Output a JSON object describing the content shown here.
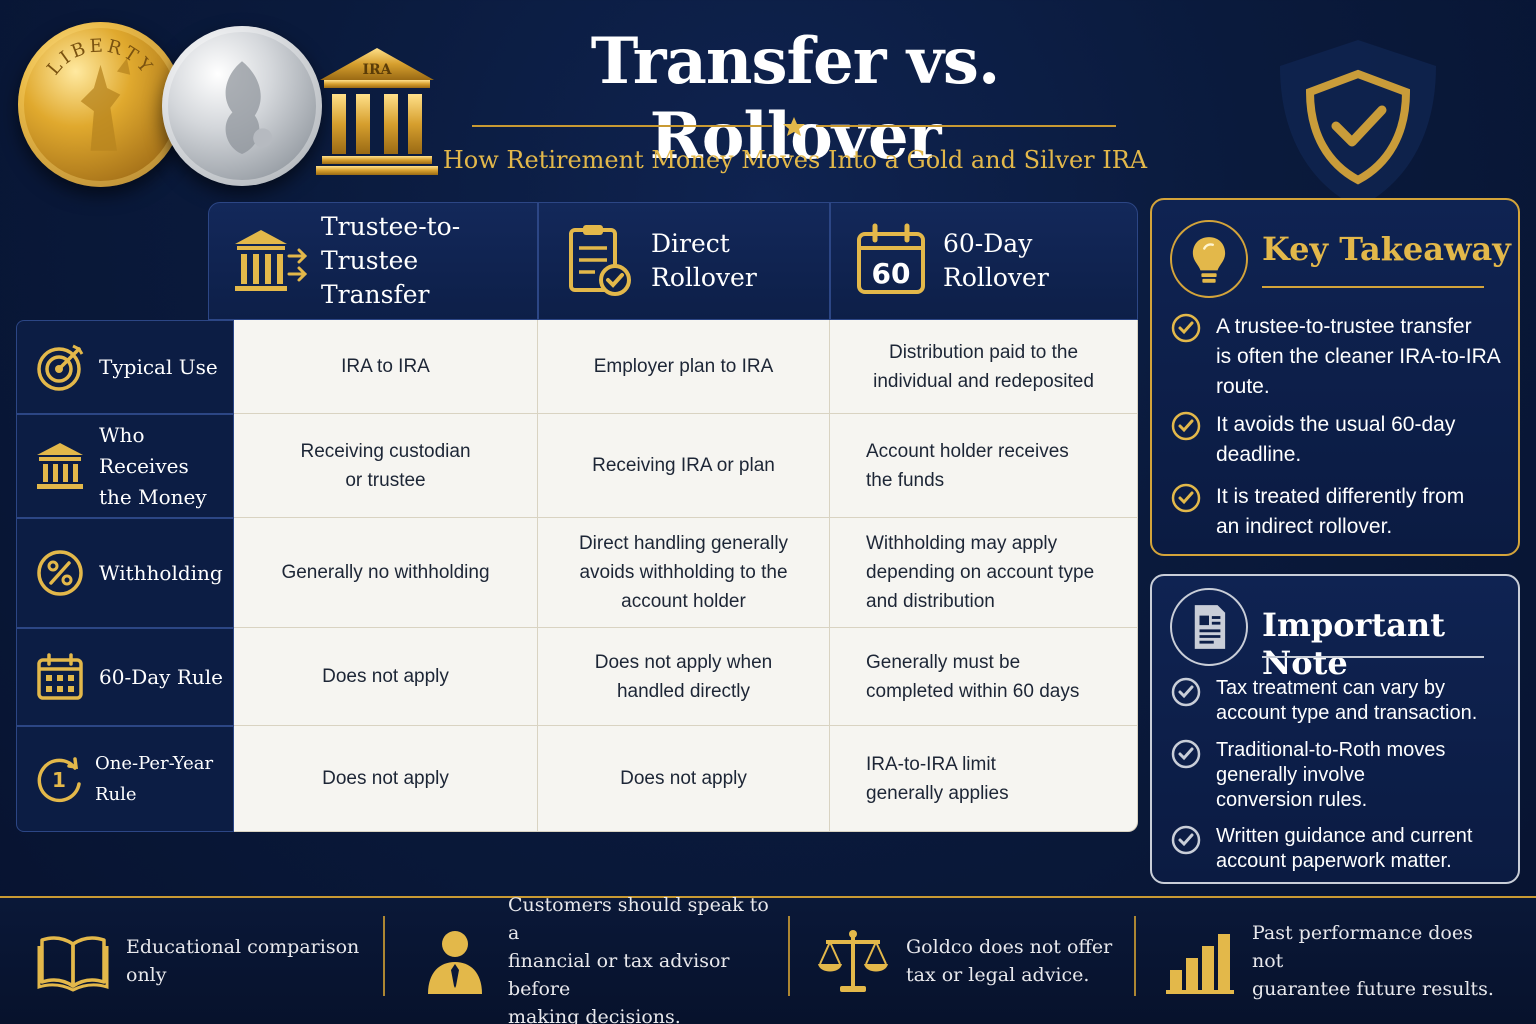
{
  "header": {
    "title": "Transfer vs. Rollover",
    "subtitle": "How Retirement Money Moves Into a Gold and Silver IRA",
    "coin_gold_text": "LIBERTY",
    "temple_text": "IRA"
  },
  "table": {
    "columns": [
      {
        "line1": "Trustee-to-Trustee",
        "line2": "Transfer",
        "icon": "bank-transfer-icon"
      },
      {
        "line1": "Direct",
        "line2": "Rollover",
        "icon": "clipboard-check-icon"
      },
      {
        "line1": "60-Day",
        "line2": "Rollover",
        "icon": "calendar-60-icon",
        "icon_text": "60"
      }
    ],
    "rows": [
      {
        "label_lines": [
          "Typical Use"
        ],
        "icon": "target-icon",
        "cells": [
          [
            "IRA to IRA"
          ],
          [
            "Employer plan to IRA"
          ],
          [
            "Distribution paid to the",
            "individual and redeposited"
          ]
        ]
      },
      {
        "label_lines": [
          "Who Receives",
          "the Money"
        ],
        "icon": "bank-icon",
        "cells": [
          [
            "Receiving custodian",
            "or trustee"
          ],
          [
            "Receiving IRA or plan"
          ],
          [
            "Account holder receives",
            "the funds"
          ]
        ]
      },
      {
        "label_lines": [
          "Withholding"
        ],
        "icon": "percent-icon",
        "cells": [
          [
            "Generally no withholding"
          ],
          [
            "Direct handling generally",
            "avoids withholding to the",
            "account holder"
          ],
          [
            "Withholding may apply",
            "depending on account type",
            "and distribution"
          ]
        ]
      },
      {
        "label_lines": [
          "60-Day Rule"
        ],
        "icon": "calendar-icon",
        "cells": [
          [
            "Does not apply"
          ],
          [
            "Does not apply when",
            "handled directly"
          ],
          [
            "Generally must be",
            "completed within 60 days"
          ]
        ]
      },
      {
        "label_lines": [
          "One-Per-Year Rule"
        ],
        "icon": "cycle-one-icon",
        "icon_text": "1",
        "cells": [
          [
            "Does not apply"
          ],
          [
            "Does not apply"
          ],
          [
            "IRA-to-IRA limit",
            "generally applies"
          ]
        ]
      }
    ]
  },
  "key_takeaway": {
    "title": "Key Takeaway",
    "bullets": [
      [
        "A trustee-to-trustee transfer",
        "is often the cleaner IRA-to-IRA",
        "route."
      ],
      [
        "It avoids the usual 60-day",
        "deadline."
      ],
      [
        "It is treated differently from",
        "an indirect rollover."
      ]
    ]
  },
  "important_note": {
    "title": "Important Note",
    "bullets": [
      [
        "Tax treatment can vary by",
        "account type and transaction."
      ],
      [
        "Traditional-to-Roth moves",
        "generally involve",
        "conversion rules."
      ],
      [
        "Written guidance and current",
        "account paperwork matter."
      ]
    ]
  },
  "footer": [
    {
      "lines": [
        "Educational comparison only"
      ],
      "icon": "book-icon"
    },
    {
      "lines": [
        "Customers should speak to a",
        "financial or tax advisor before",
        "making decisions."
      ],
      "icon": "advisor-icon"
    },
    {
      "lines": [
        "Goldco does not offer",
        "tax or legal advice."
      ],
      "icon": "scales-icon"
    },
    {
      "lines": [
        "Past performance does not",
        "guarantee future results."
      ],
      "icon": "bar-chart-icon"
    }
  ],
  "colors": {
    "gold": "#e3b84a",
    "navy": "#0a1a3c",
    "cell_bg": "#f6f5f1"
  }
}
